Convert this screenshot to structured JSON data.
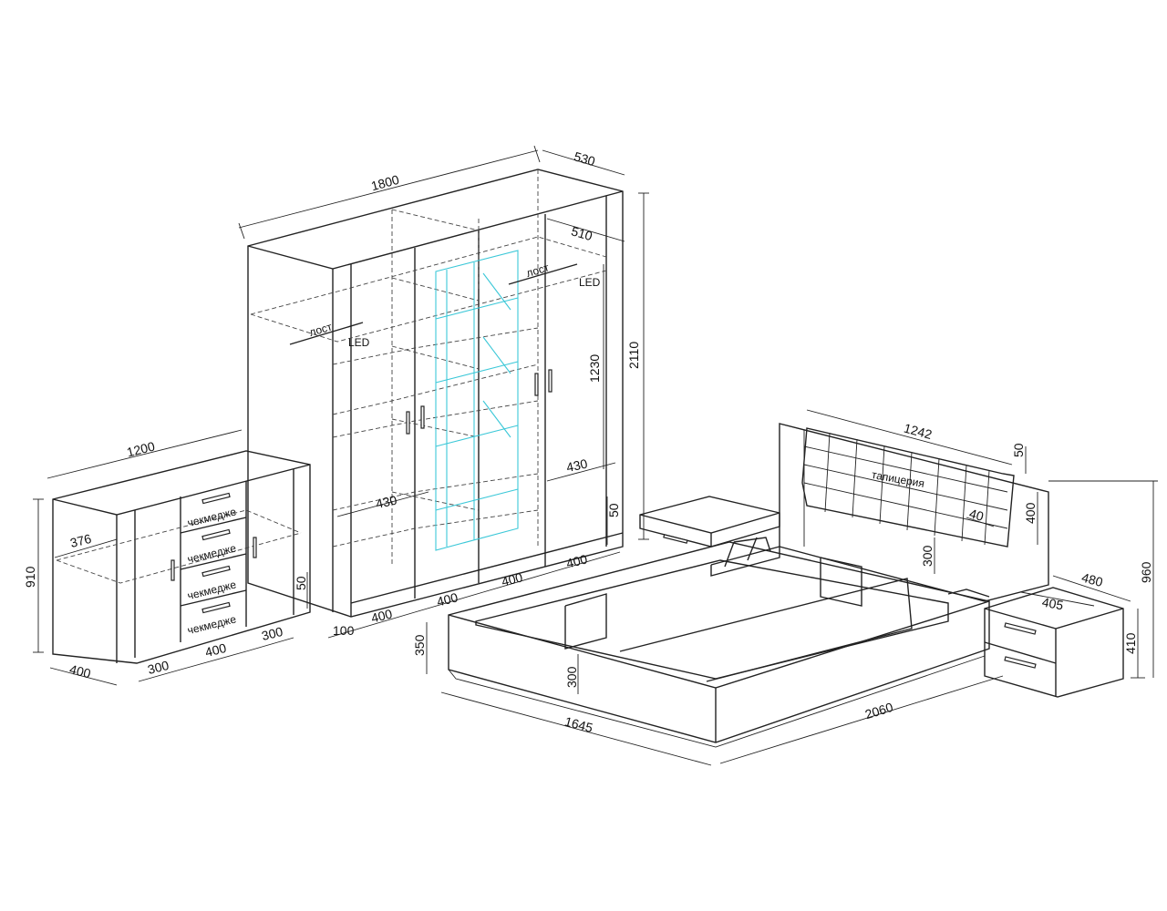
{
  "wardrobe": {
    "width": "1800",
    "depth": "530",
    "height": "2110",
    "inner_depth": "510",
    "shelf_height": "1230",
    "shelf_depth_right": "430",
    "shelf_depth_left": "430",
    "plinth": "50",
    "plinth_left": "50",
    "door_widths": [
      "400",
      "400",
      "400",
      "400"
    ],
    "edge_offset": "100",
    "rod_label_1": "лост",
    "rod_label_2": "лост",
    "led_label_1": "LED",
    "led_label_2": "LED"
  },
  "dresser": {
    "width": "1200",
    "height": "910",
    "depth": "400",
    "inner_depth": "376",
    "section_widths": [
      "300",
      "400",
      "300"
    ],
    "drawer_labels": [
      "чекмедже",
      "чекмедже",
      "чекмедже",
      "чекмедже"
    ]
  },
  "bed": {
    "headboard_width": "1242",
    "headboard_top": "50",
    "headboard_height": "400",
    "headboard_offset": "40",
    "upholstery_label": "тапицерия",
    "frame_height": "350",
    "box_depth": "300",
    "box_depth_rear": "300",
    "width": "1645",
    "length": "2060",
    "total_height": "960"
  },
  "nightstand": {
    "height": "410",
    "width": "480",
    "depth": "405"
  }
}
